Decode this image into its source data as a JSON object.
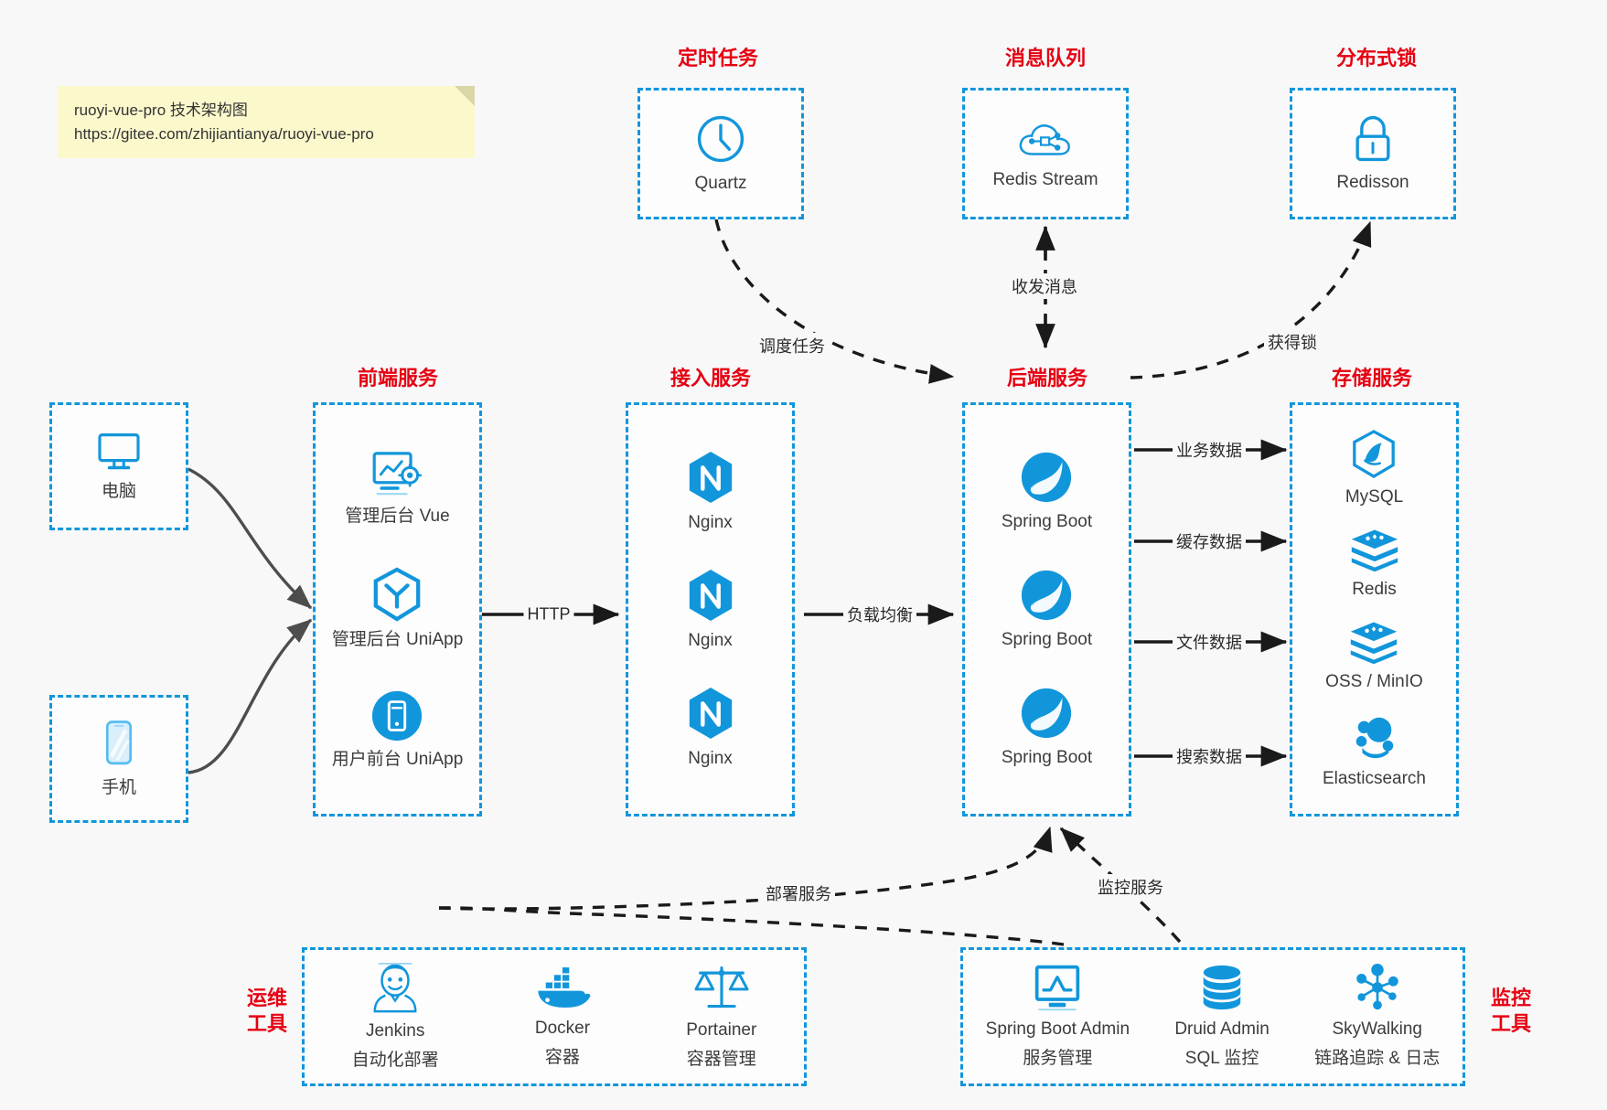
{
  "note": {
    "line1": "ruoyi-vue-pro 技术架构图",
    "line2": "https://gitee.com/zhijiantianya/ruoyi-vue-pro"
  },
  "accent": {
    "blue": "#1296db",
    "red": "#e60012",
    "icon_blue": "#0d9ae0",
    "text": "#3c3c3c",
    "edge_gray": "#4d4d4d",
    "edge_black": "#1a1a1a",
    "canvas_bg": "#f8f8f8",
    "note_bg": "#fbf8cc"
  },
  "groups": {
    "scheduler": {
      "title": "定时任务",
      "nodes": [
        {
          "label": "Quartz",
          "icon": "clock-icon"
        }
      ]
    },
    "mq": {
      "title": "消息队列",
      "nodes": [
        {
          "label": "Redis Stream",
          "icon": "cloud-stream-icon"
        }
      ]
    },
    "lock": {
      "title": "分布式锁",
      "nodes": [
        {
          "label": "Redisson",
          "icon": "padlock-icon"
        }
      ]
    },
    "clients": {
      "pc": {
        "label": "电脑",
        "icon": "desktop-monitor-icon"
      },
      "mobile": {
        "label": "手机",
        "icon": "smartphone-icon"
      }
    },
    "frontend": {
      "title": "前端服务",
      "nodes": [
        {
          "label": "管理后台 Vue",
          "icon": "dashboard-gear-icon"
        },
        {
          "label": "管理后台 UniApp",
          "icon": "hexagon-y-icon"
        },
        {
          "label": "用户前台 UniApp",
          "icon": "mobile-circle-icon"
        }
      ]
    },
    "gateway": {
      "title": "接入服务",
      "nodes": [
        {
          "label": "Nginx",
          "icon": "nginx-icon"
        },
        {
          "label": "Nginx",
          "icon": "nginx-icon"
        },
        {
          "label": "Nginx",
          "icon": "nginx-icon"
        }
      ]
    },
    "backend": {
      "title": "后端服务",
      "nodes": [
        {
          "label": "Spring Boot",
          "icon": "spring-leaf-icon"
        },
        {
          "label": "Spring Boot",
          "icon": "spring-leaf-icon"
        },
        {
          "label": "Spring Boot",
          "icon": "spring-leaf-icon"
        }
      ]
    },
    "storage": {
      "title": "存储服务",
      "nodes": [
        {
          "label": "MySQL",
          "icon": "mysql-dolphin-icon"
        },
        {
          "label": "Redis",
          "icon": "redis-stack-icon"
        },
        {
          "label": "OSS / MinIO",
          "icon": "redis-stack-icon"
        },
        {
          "label": "Elasticsearch",
          "icon": "elasticsearch-icon"
        }
      ]
    },
    "devops": {
      "title": "运维\n工具",
      "title_line1": "运维",
      "title_line2": "工具",
      "nodes": [
        {
          "label": "Jenkins",
          "sub": "自动化部署",
          "icon": "jenkins-butler-icon"
        },
        {
          "label": "Docker",
          "sub": "容器",
          "icon": "docker-whale-icon"
        },
        {
          "label": "Portainer",
          "sub": "容器管理",
          "icon": "scales-balance-icon"
        }
      ]
    },
    "monitor": {
      "title_line1": "监控",
      "title_line2": "工具",
      "nodes": [
        {
          "label": "Spring Boot Admin",
          "sub": "服务管理",
          "icon": "monitor-chart-icon"
        },
        {
          "label": "Druid Admin",
          "sub": "SQL 监控",
          "icon": "database-cylinder-icon"
        },
        {
          "label": "SkyWalking",
          "sub": "链路追踪 & 日志",
          "icon": "skywalking-node-icon"
        }
      ]
    }
  },
  "edges": [
    {
      "id": "pc-to-frontend",
      "label": ""
    },
    {
      "id": "mobile-to-frontend",
      "label": ""
    },
    {
      "id": "frontend-to-gateway",
      "label": "HTTP"
    },
    {
      "id": "gateway-to-backend",
      "label": "负载均衡"
    },
    {
      "id": "quartz-to-backend",
      "label": "调度任务"
    },
    {
      "id": "backend-to-mq",
      "label": "收发消息"
    },
    {
      "id": "backend-to-lock",
      "label": "获得锁"
    },
    {
      "id": "backend-to-mysql",
      "label": "业务数据"
    },
    {
      "id": "backend-to-redis",
      "label": "缓存数据"
    },
    {
      "id": "backend-to-oss",
      "label": "文件数据"
    },
    {
      "id": "backend-to-es",
      "label": "搜索数据"
    },
    {
      "id": "devops-to-backend",
      "label": "部署服务"
    },
    {
      "id": "monitor-to-backend",
      "label": "监控服务"
    }
  ]
}
